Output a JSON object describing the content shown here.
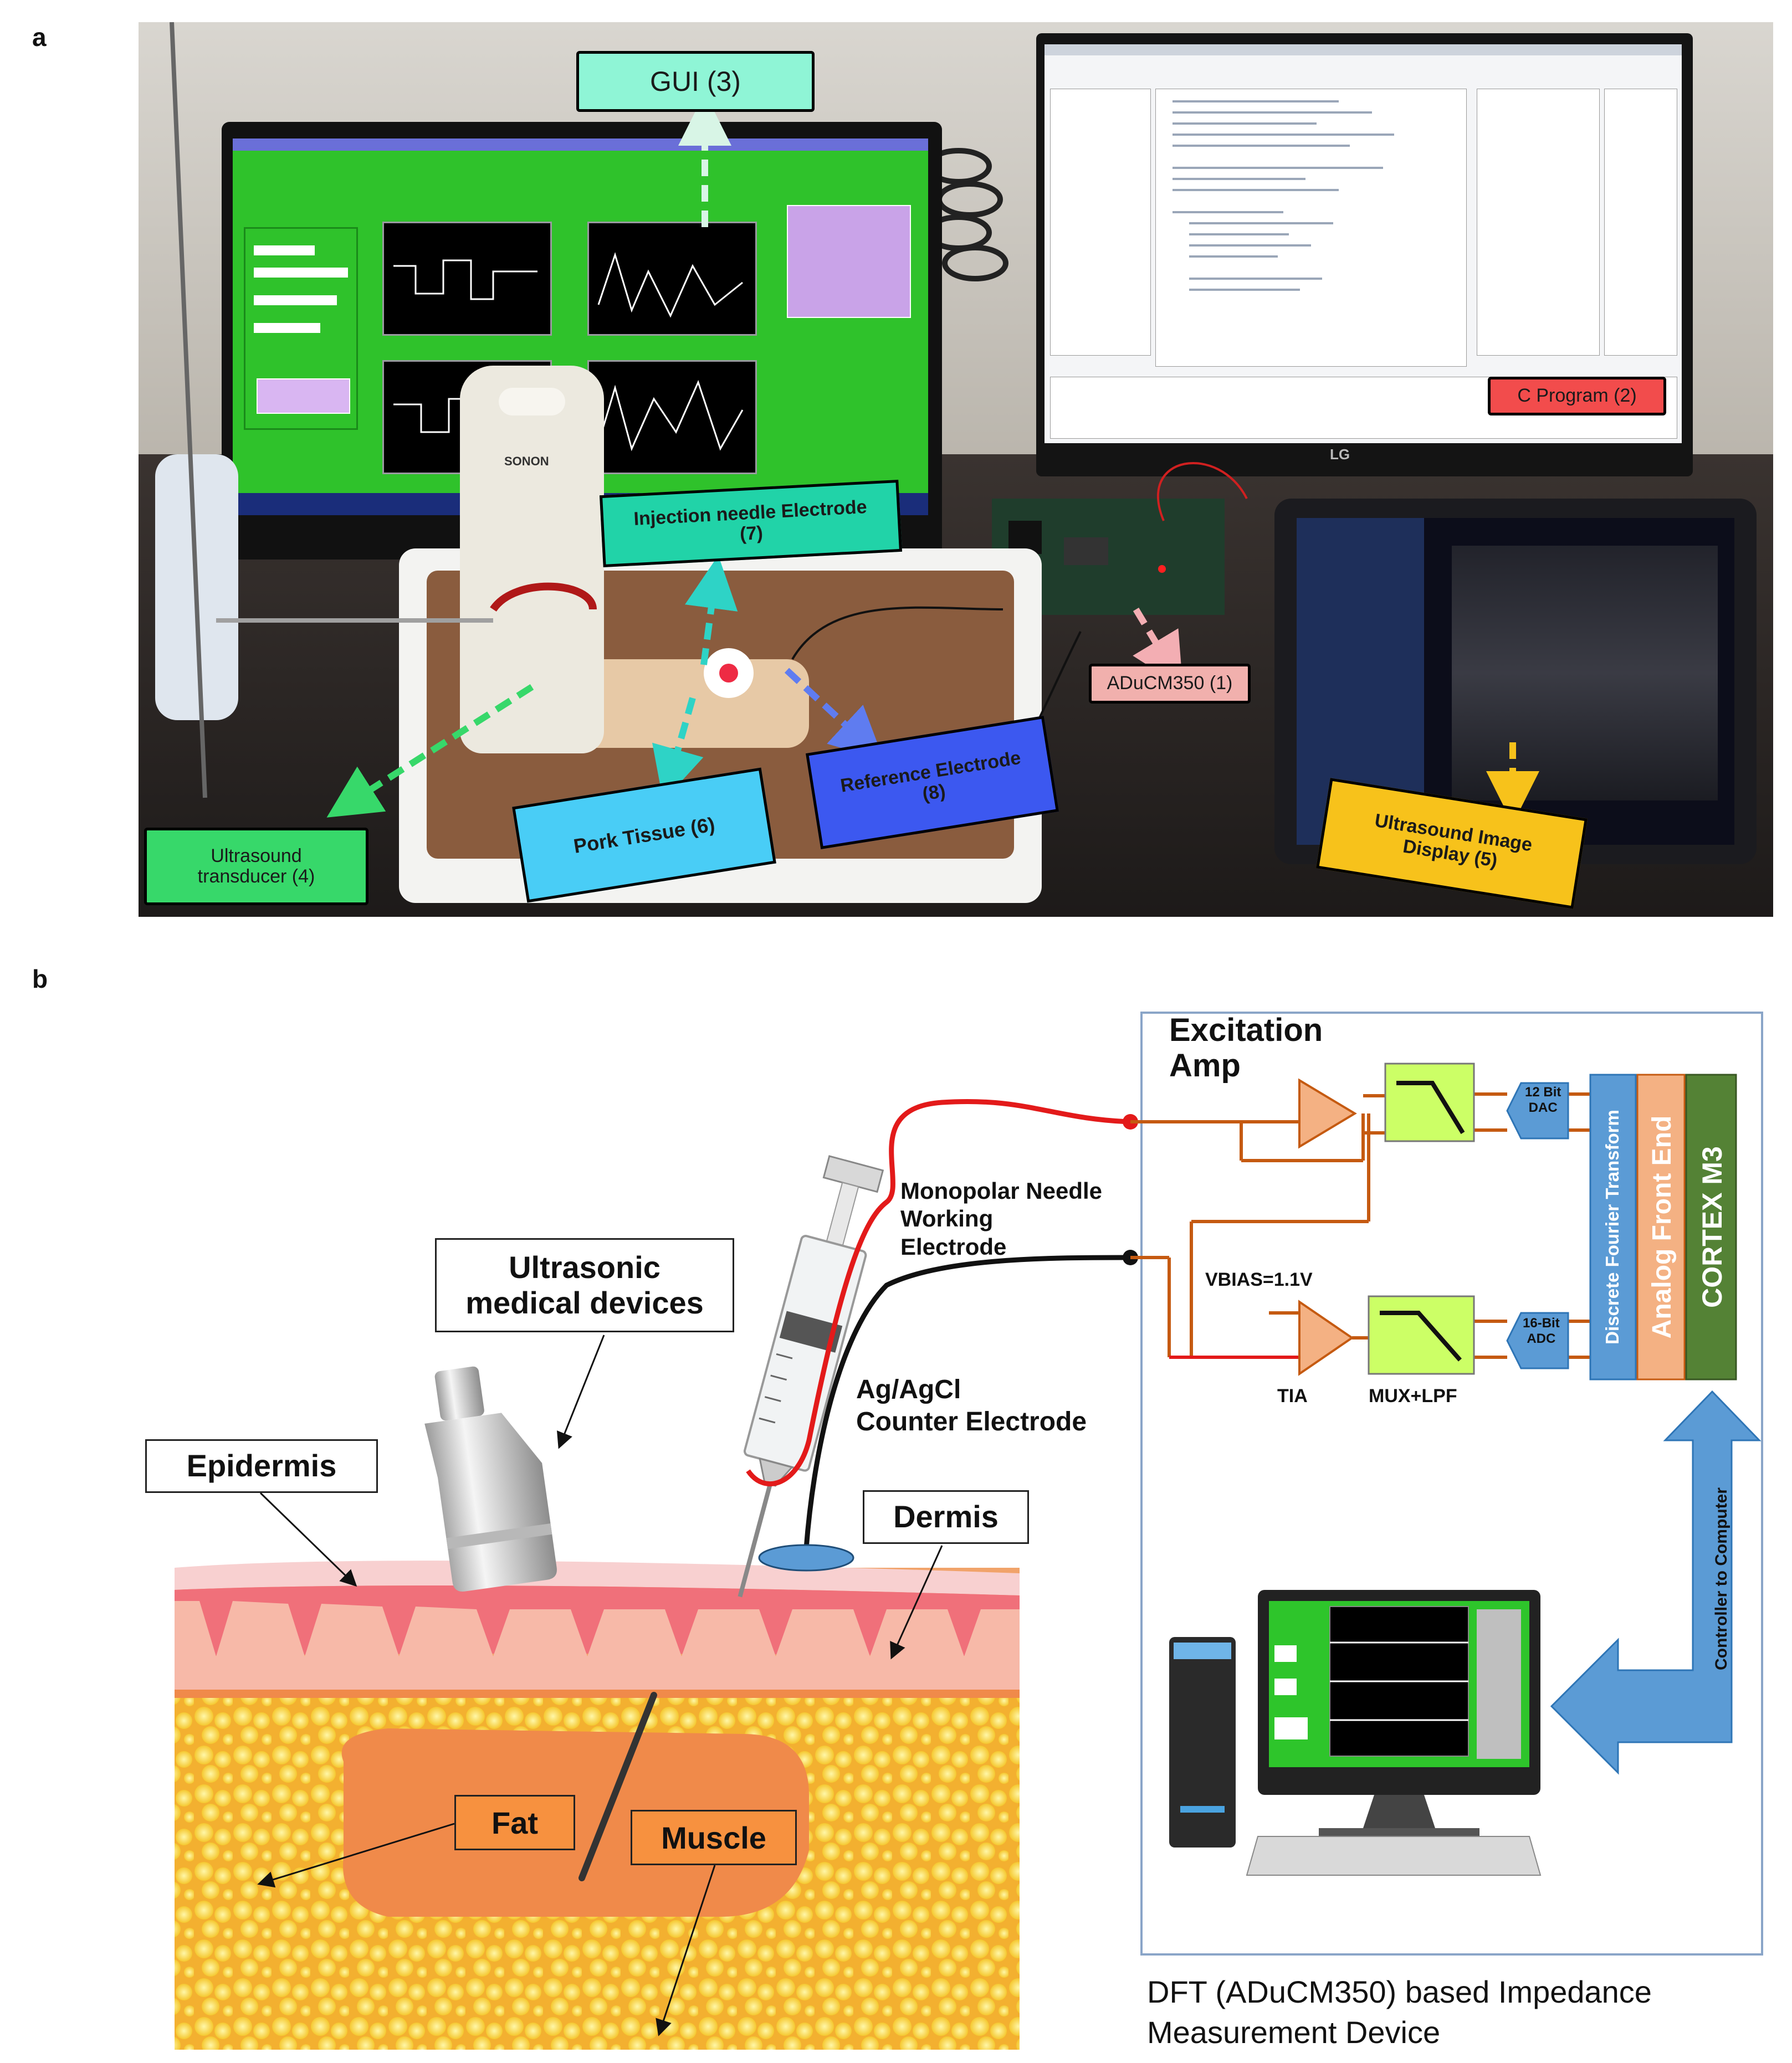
{
  "panels": {
    "a": "a",
    "b": "b"
  },
  "photo_callouts": [
    {
      "key": "gui",
      "text": "GUI (3)",
      "color": "#8ff5d6"
    },
    {
      "key": "c_program",
      "text": "C Program (2)",
      "color": "#f24c4c"
    },
    {
      "key": "injection_needle",
      "text": "Injection needle Electrode\n(7)",
      "color": "#21d3a8"
    },
    {
      "key": "aducm350",
      "text": "ADuCM350 (1)",
      "color": "#f1b0ad"
    },
    {
      "key": "ultrasound_transducer",
      "text": "Ultrasound\ntransducer (4)",
      "color": "#37d86a"
    },
    {
      "key": "pork_tissue",
      "text": "Pork Tissue (6)",
      "color": "#49cdf6"
    },
    {
      "key": "reference_electrode",
      "text": "Reference Electrode\n(8)",
      "color": "#3c58f0"
    },
    {
      "key": "ultrasound_display",
      "text": "Ultrasound Image\nDisplay (5)",
      "color": "#f7c21b"
    }
  ],
  "photo_text": {
    "probe_brand": "SONON",
    "monitor_brand": "LG"
  },
  "schematic": {
    "ultrasonic_devices": "Ultrasonic\nmedical devices",
    "epidermis": "Epidermis",
    "dermis": "Dermis",
    "fat": "Fat",
    "muscle": "Muscle",
    "needle_electrode": "Monopolar Needle\nWorking\nElectrode",
    "counter_electrode": "Ag/AgCl\nCounter Electrode",
    "excitation_amp": "Excitation\nAmp",
    "vbias": "VBIAS=1.1V",
    "tia": "TIA",
    "mux_lpf": "MUX+LPF",
    "dac": "12 Bit\nDAC",
    "adc": "16-Bit\nADC",
    "dft": "Discrete Fourier Transform",
    "afe": "Analog Front End",
    "cortex": "CORTEX M3",
    "controller": "Controller to Computer",
    "device_caption": "DFT (ADuCM350) based Impedance\nMeasurement Device"
  },
  "colors": {
    "dft_block": "#5b9bd5",
    "afe_block": "#f4b183",
    "cortex_block": "#548235",
    "amp": "#f4b183",
    "filter": "#ccff66",
    "wire_orange": "#c55a11",
    "wire_red": "#e31a1a",
    "arrow_blue": "#5b9bd5"
  }
}
